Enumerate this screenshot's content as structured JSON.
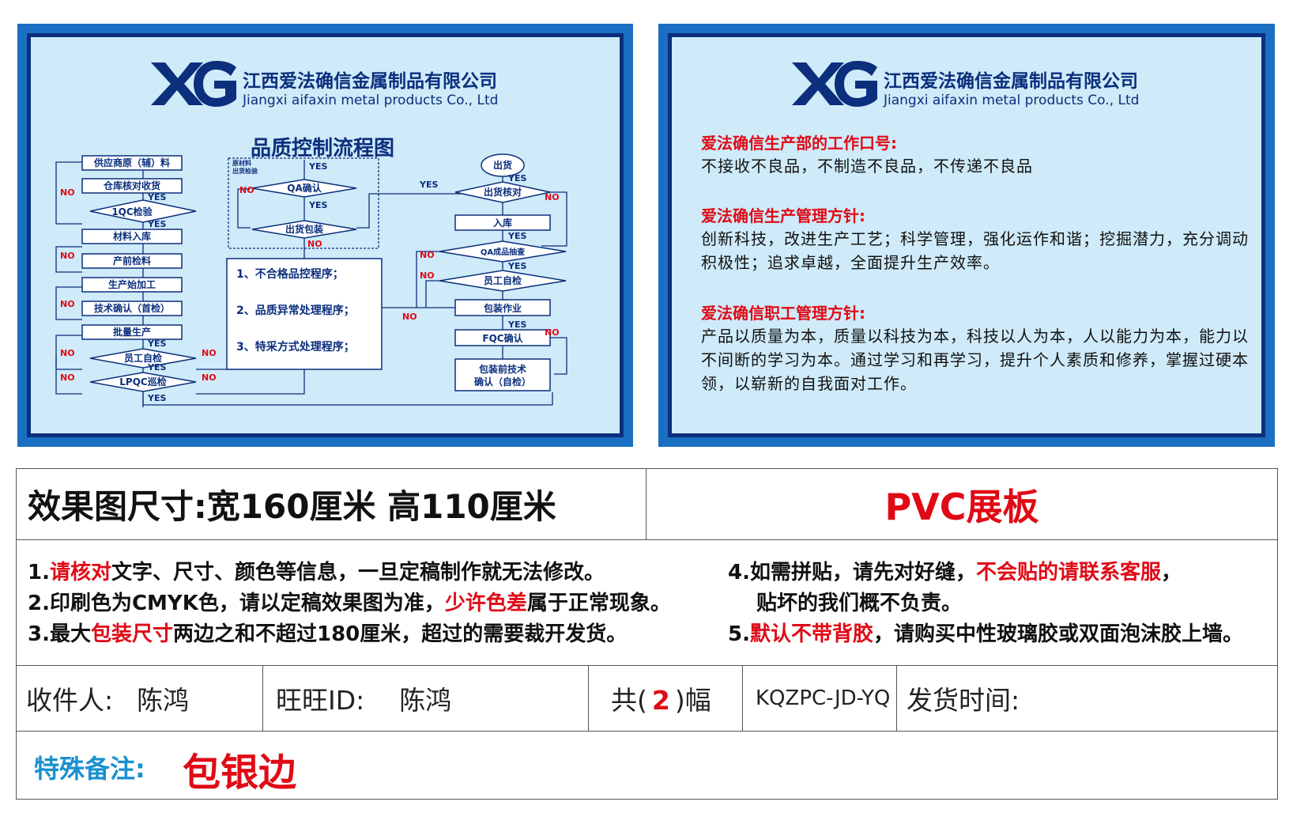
{
  "company": {
    "name_cn": "江西爱法确信金属制品有限公司",
    "name_en": "Jiangxi aifaxin metal products Co., Ltd",
    "logo_text": "XG"
  },
  "flow": {
    "title": "品质控制流程图",
    "nodes": {
      "supplier": "供应商原（辅）料",
      "warehouse_check": "仓库核对收货",
      "iqc": "1QC检验",
      "material_in": "材料入库",
      "pre_inspection": "产前检料",
      "production_start": "生产始加工",
      "tech_confirm": "技术确认（首检）",
      "mass_production": "批量生产",
      "self_check": "员工自检",
      "lpqc": "LPQC巡检",
      "raw_label_1": "原材料",
      "raw_label_2": "出货检验",
      "qa_confirm": "QA确认",
      "ship_pack": "出货包装",
      "procedure_1": "1、不合格品控程序；",
      "procedure_2": "2、品质异常处理程序；",
      "procedure_3": "3、特采方式处理程序；",
      "shipment": "出货",
      "ship_check": "出货核对",
      "storage": "入库",
      "qa_sampling": "QA成品抽查",
      "self_check_2": "员工自检",
      "packing": "包装作业",
      "fqc": "FQC确认",
      "pre_pack_1": "包装前技术",
      "pre_pack_2": "确认（自检）"
    },
    "yes": "YES",
    "no": "NO"
  },
  "right_panel": {
    "slogan_title": "爱法确信生产部的工作口号:",
    "slogan_text": "不接收不良品，不制造不良品，不传递不良品",
    "policy_title": "爱法确信生产管理方针:",
    "policy_text": "创新科技，改进生产工艺；科学管理，强化运作和谐；挖掘潜力，充分调动积极性；追求卓越，全面提升生产效率。",
    "staff_title": "爱法确信职工管理方针:",
    "staff_text": "产品以质量为本，质量以科技为本，科技以人为本，人以能力为本，能力以不间断的学习为本。通过学习和再学习，提升个人素质和修养，掌握过硬本领，以崭新的自我面对工作。"
  },
  "order": {
    "size_label": "效果图尺寸:",
    "size_value": "宽160厘米  高110厘米",
    "material": "PVC展板",
    "notes": {
      "n1_a": "1.",
      "n1_red": "请核对",
      "n1_b": "文字、尺寸、颜色等信息，一旦定稿制作就无法修改。",
      "n2_a": "2.印刷色为CMYK色，请以定稿效果图为准，",
      "n2_red": "少许色差",
      "n2_b": "属于正常现象。",
      "n3_a": "3.最大",
      "n3_red": "包装尺寸",
      "n3_b": "两边之和不超过180厘米，超过的需要裁开发货。",
      "n4_a": "4.如需拼贴，请先对好缝，",
      "n4_red": "不会贴的请联系客服",
      "n4_b": "，",
      "n4_c": "贴坏的我们概不负责。",
      "n5_a": "5.",
      "n5_red": "默认不带背胶",
      "n5_b": "，请购买中性玻璃胶或双面泡沫胶上墙。"
    },
    "recipient_label": "收件人:",
    "recipient": "陈鸿",
    "wangwang_label": "旺旺ID:",
    "wangwang": "陈鸿",
    "count_prefix": "共(",
    "count": "2",
    "count_suffix": ")幅",
    "code": "KQZPC-JD-YQ",
    "ship_time_label": "发货时间:",
    "remark_label": "特殊备注:",
    "remark_value": "包银边"
  },
  "colors": {
    "panel_blue": "#1a6fc2",
    "panel_navy": "#0b2f7d",
    "panel_bg": "#cfeaf8",
    "accent_red": "#e00a16",
    "remark_blue": "#1a90d0"
  }
}
